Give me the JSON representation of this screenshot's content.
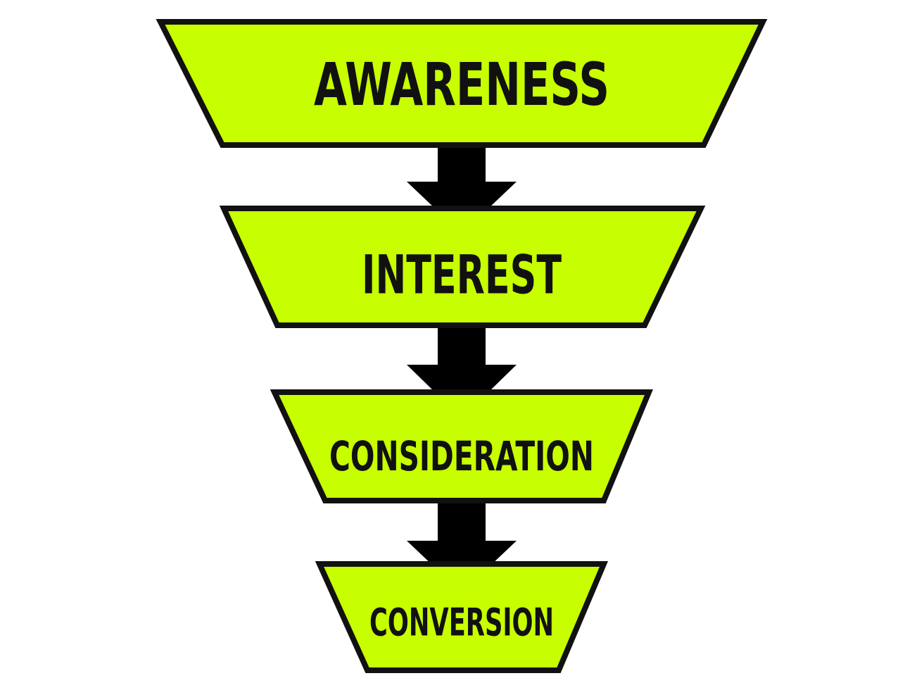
{
  "colors": {
    "fill": "#c8ff00",
    "stroke": "#111111",
    "arrow": "#000000",
    "text": "#111111",
    "background": "#ffffff"
  },
  "stages": [
    {
      "label": "AWARENESS"
    },
    {
      "label": "INTEREST"
    },
    {
      "label": "CONSIDERATION"
    },
    {
      "label": "CONVERSION"
    }
  ],
  "connectors": [
    {
      "from": "AWARENESS",
      "to": "INTEREST",
      "icon": "arrow-down-icon"
    },
    {
      "from": "INTEREST",
      "to": "CONSIDERATION",
      "icon": "arrow-down-icon"
    },
    {
      "from": "CONSIDERATION",
      "to": "CONVERSION",
      "icon": "arrow-down-icon"
    }
  ]
}
